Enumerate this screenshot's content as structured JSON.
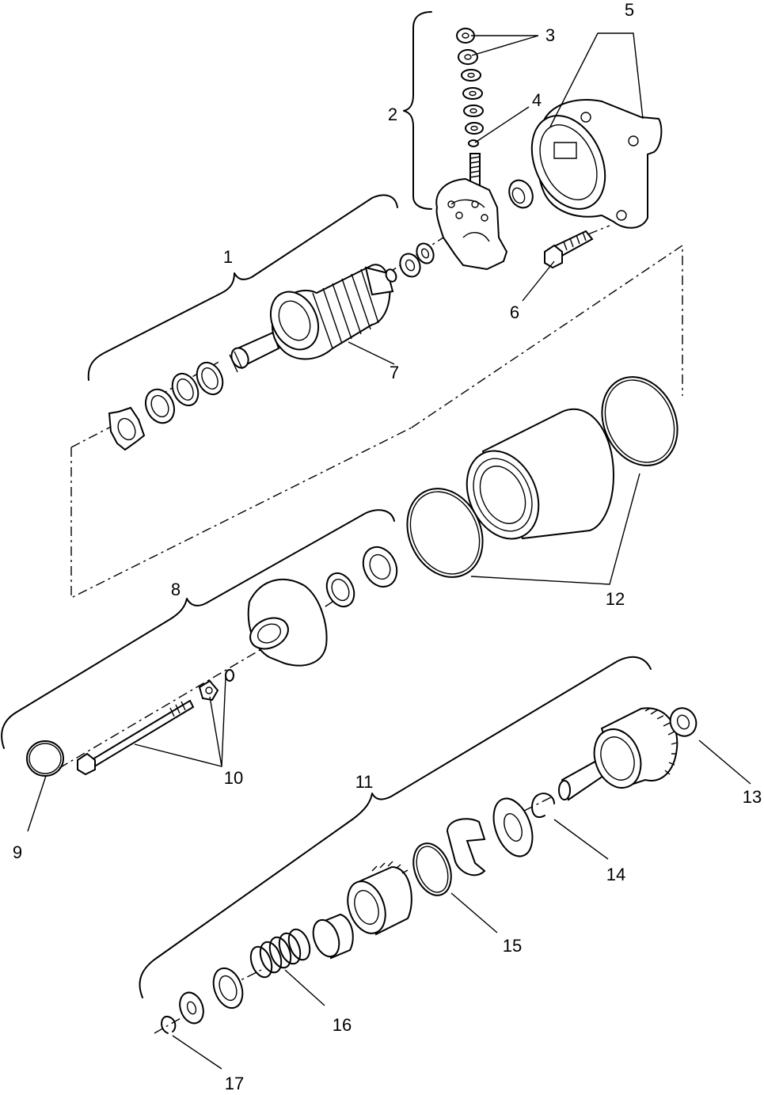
{
  "diagram": {
    "callouts": [
      {
        "id": "1",
        "text": "1"
      },
      {
        "id": "2",
        "text": "2"
      },
      {
        "id": "3",
        "text": "3"
      },
      {
        "id": "4",
        "text": "4"
      },
      {
        "id": "5",
        "text": "5"
      },
      {
        "id": "6",
        "text": "6"
      },
      {
        "id": "7",
        "text": "7"
      },
      {
        "id": "8",
        "text": "8"
      },
      {
        "id": "9",
        "text": "9"
      },
      {
        "id": "10",
        "text": "10"
      },
      {
        "id": "11",
        "text": "11"
      },
      {
        "id": "12",
        "text": "12"
      },
      {
        "id": "13",
        "text": "13"
      },
      {
        "id": "14",
        "text": "14"
      },
      {
        "id": "15",
        "text": "15"
      },
      {
        "id": "16",
        "text": "16"
      },
      {
        "id": "17",
        "text": "17"
      }
    ]
  }
}
